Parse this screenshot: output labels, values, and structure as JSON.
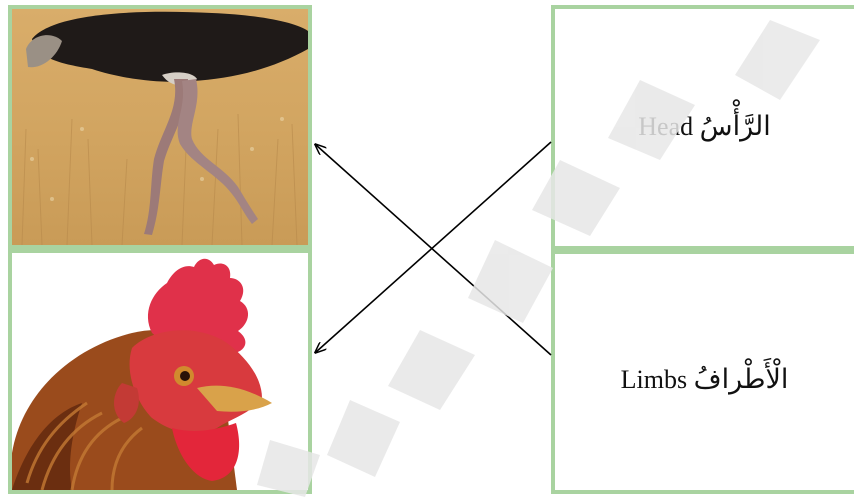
{
  "rows": [
    {
      "picture": "ostrich-legs",
      "term_english": "Head",
      "term_arabic": "الرَّأْسُ"
    },
    {
      "picture": "rooster-head",
      "term_english": "Limbs",
      "term_arabic": "الْأَطْرافُ"
    }
  ],
  "connections": [
    {
      "from": "Head",
      "to": "rooster-head"
    },
    {
      "from": "Limbs",
      "to": "ostrich-legs"
    }
  ],
  "colors": {
    "cell_border": "#a9d3a0",
    "watermark": "#e7e7e7",
    "arrow": "#000000"
  }
}
